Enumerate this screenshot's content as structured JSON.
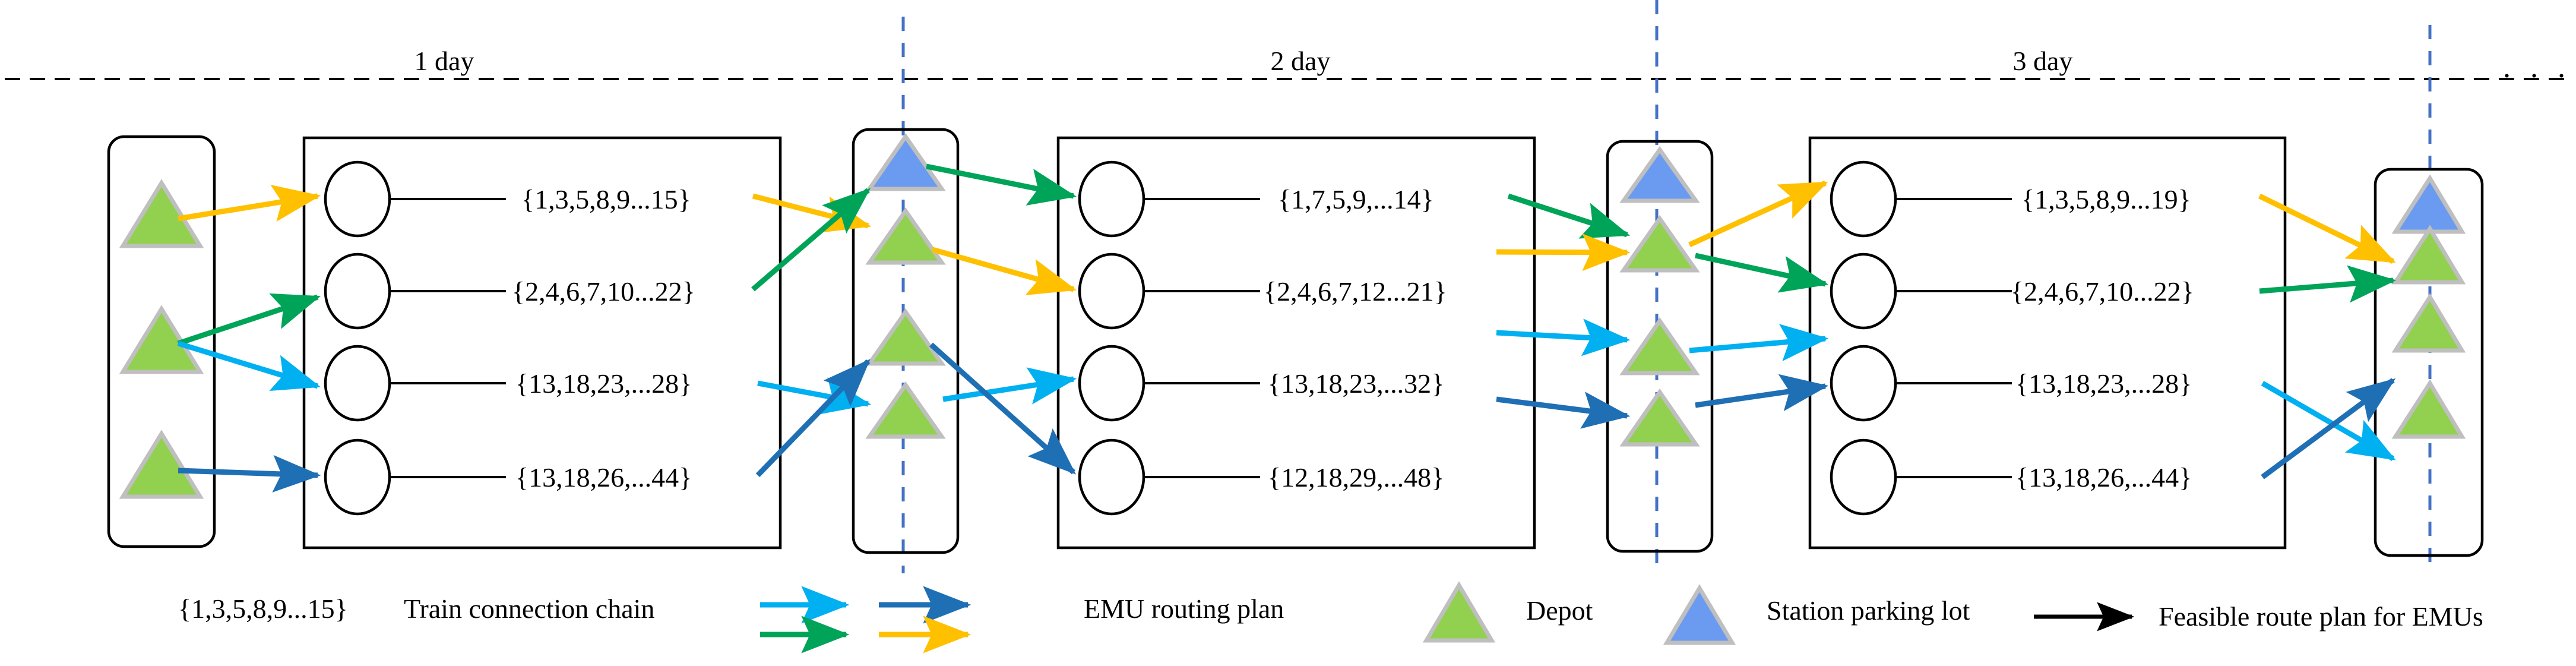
{
  "figure": {
    "title_absent": true,
    "ellipsis": ". . ."
  },
  "timeline": {
    "days": [
      {
        "label": "1 day"
      },
      {
        "label": "2 day"
      },
      {
        "label": "3 day"
      }
    ]
  },
  "colors": {
    "depot_green": "#92d050",
    "parking_blue": "#6b9bf0",
    "triangle_outline": "#bfbfbf",
    "arrow_light_blue": "#00b0f0",
    "arrow_dark_blue": "#1f6fb4",
    "arrow_green": "#00a459",
    "arrow_yellow": "#ffc000",
    "node_outline": "#000000",
    "box_outline": "#000000",
    "day_divider": "#4472c4"
  },
  "days": [
    {
      "id": "day-1",
      "label": "1 day",
      "chains": [
        {
          "label": "{1,3,5,8,9...15}"
        },
        {
          "label": "{2,4,6,7,10...22}"
        },
        {
          "label": "{13,18,23,...28}"
        },
        {
          "label": "{13,18,26,...44}"
        }
      ]
    },
    {
      "id": "day-2",
      "label": "2 day",
      "chains": [
        {
          "label": "{1,7,5,9,...14}"
        },
        {
          "label": "{2,4,6,7,12...21}"
        },
        {
          "label": "{13,18,23,...32}"
        },
        {
          "label": "{12,18,29,...48}"
        }
      ]
    },
    {
      "id": "day-3",
      "label": "3 day",
      "chains": [
        {
          "label": "{1,3,5,8,9...19}"
        },
        {
          "label": "{2,4,6,7,10...22}"
        },
        {
          "label": "{13,18,23,...28}"
        },
        {
          "label": "{13,18,26,...44}"
        }
      ]
    }
  ],
  "depot_start": {
    "name": "initial-depot-box",
    "triangles": [
      "depot",
      "depot",
      "depot"
    ]
  },
  "parking_lots": [
    {
      "name": "parking-lot-1",
      "triangles": [
        "station-parking-lot",
        "depot",
        "depot",
        "depot"
      ]
    },
    {
      "name": "parking-lot-2",
      "triangles": [
        "station-parking-lot",
        "depot",
        "depot",
        "depot"
      ]
    },
    {
      "name": "parking-lot-3",
      "triangles": [
        "station-parking-lot",
        "depot",
        "depot",
        "depot"
      ]
    }
  ],
  "legend": {
    "items": [
      {
        "id": "train-connection-chain",
        "sample": "{1,3,5,8,9...15}",
        "label": "Train connection chain"
      },
      {
        "id": "emu-routing-plan",
        "label": "EMU routing plan"
      },
      {
        "id": "depot",
        "label": "Depot"
      },
      {
        "id": "station-parking-lot",
        "label": "Station parking lot"
      },
      {
        "id": "feasible-route-plan",
        "label": "Feasible route plan for EMUs"
      }
    ]
  }
}
